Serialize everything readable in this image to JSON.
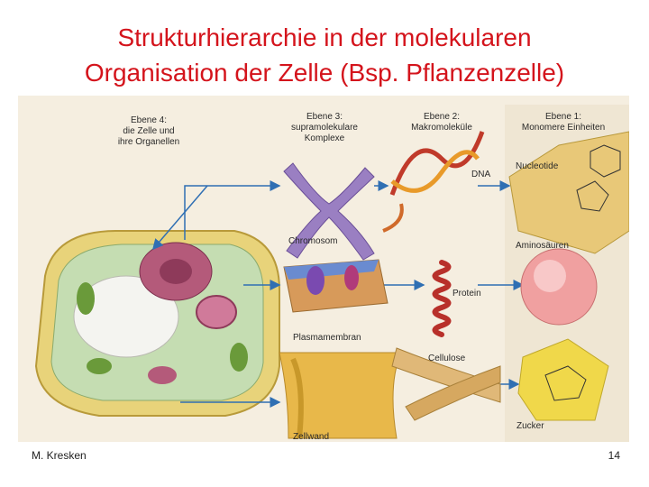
{
  "slide": {
    "title_line1": "Strukturhierarchie in der molekularen",
    "title_line2": "Organisation der Zelle (Bsp. Pflanzenzelle)",
    "author": "M. Kresken",
    "page_number": "14"
  },
  "figure": {
    "levels": {
      "level4": [
        "Ebene 4:",
        "die Zelle und",
        "ihre Organellen"
      ],
      "level3": [
        "Ebene 3:",
        "supramolekulare",
        "Komplexe"
      ],
      "level2": [
        "Ebene 2:",
        "Makromoleküle"
      ],
      "level1": [
        "Ebene 1:",
        "Monomere Einheiten"
      ]
    },
    "labels": {
      "chromosome": "Chromosom",
      "dna": "DNA",
      "nucleotide": "Nucleotide",
      "membrane": "Plasmamembran",
      "protein": "Protein",
      "amino_acids": "Aminosäuren",
      "cellulose": "Cellulose",
      "sugar": "Zucker",
      "cell_wall": "Zellwand"
    },
    "colors": {
      "title": "#d4141c",
      "arrow": "#2f6fb3",
      "background": "#f5eee0"
    }
  }
}
